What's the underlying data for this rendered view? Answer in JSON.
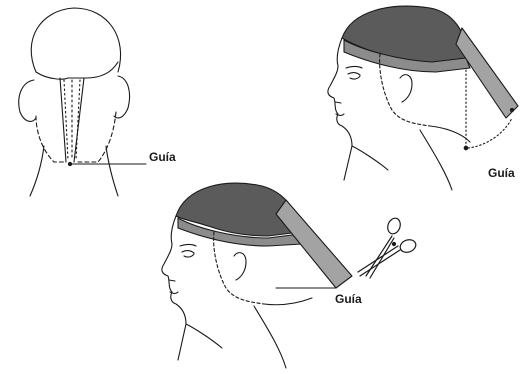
{
  "labels": {
    "guide_back": "Guía",
    "guide_profile_top": "Guía",
    "guide_profile_bottom": "Guía"
  },
  "colors": {
    "hair_dark": "#5b5b5b",
    "hair_band": "#8c8c8c",
    "hair_section": "#a3a3a3",
    "line": "#1a1a1a"
  },
  "icons": [
    "scissors-icon"
  ]
}
